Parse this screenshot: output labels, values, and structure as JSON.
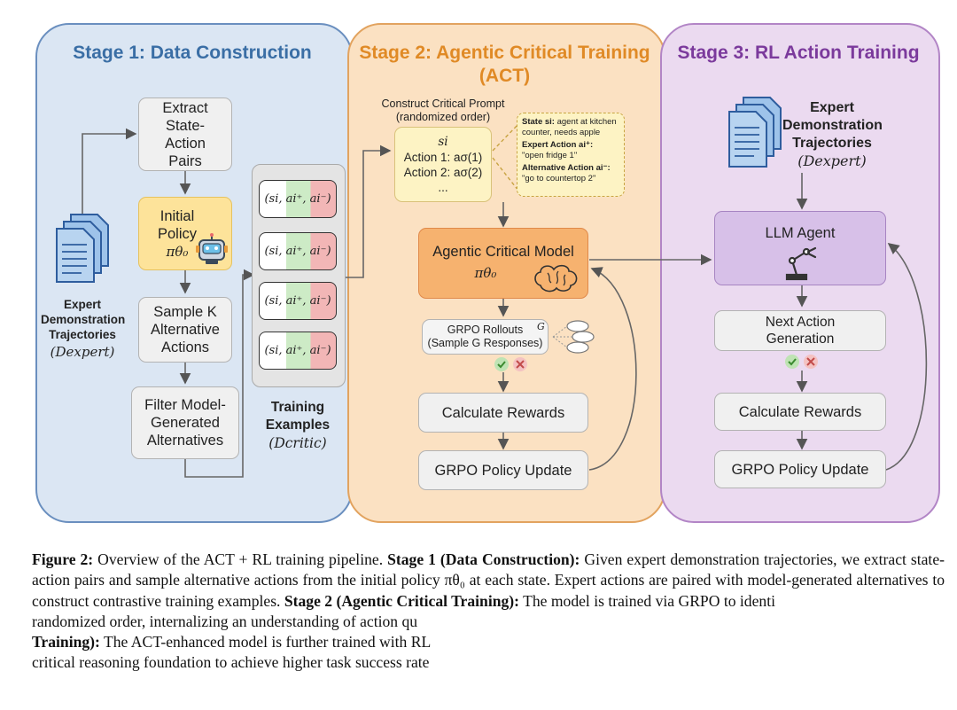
{
  "stage1": {
    "title": "Stage 1: Data Construction",
    "extract": [
      "Extract",
      "State-",
      "Action",
      "Pairs"
    ],
    "initial_policy": [
      "Initial",
      "Policy"
    ],
    "initial_policy_symbol": "πθ₀",
    "sample": [
      "Sample K",
      "Alternative",
      "Actions"
    ],
    "filter": [
      "Filter Model-",
      "Generated",
      "Alternatives"
    ],
    "expert_label": [
      "Expert",
      "Demonstration",
      "Trajectories"
    ],
    "expert_symbol": "(Dexpert)",
    "training_label": [
      "Training",
      "Examples"
    ],
    "training_symbol": "(Dcritic)",
    "pair_text": "(si, ai⁺, ai⁻)"
  },
  "stage2": {
    "title": [
      "Stage 2: Agentic Critical Training",
      "(ACT)"
    ],
    "prompt_header": [
      "Construct Critical Prompt",
      "(randomized order)"
    ],
    "prompt_lines": [
      "si",
      "Action 1: aσ(1)",
      "Action 2: aσ(2)",
      "..."
    ],
    "callout": {
      "state_label": "State si:",
      "state_text": " agent at kitchen counter, needs apple",
      "expert_label": "Expert Action ai⁺:",
      "expert_text": "\"open fridge 1\"",
      "alt_label": "Alternative Action ai⁻:",
      "alt_text": "\"go to countertop 2\""
    },
    "model": "Agentic Critical Model",
    "model_symbol": "πθ₀",
    "rollouts": [
      "GRPO Rollouts",
      "(Sample G Responses)"
    ],
    "rollouts_g": "G",
    "rewards": "Calculate Rewards",
    "update": "GRPO Policy Update"
  },
  "stage3": {
    "title": "Stage 3: RL Action Training",
    "expert_label": [
      "Expert",
      "Demonstration",
      "Trajectories"
    ],
    "expert_symbol": "(Dexpert)",
    "agent": "LLM Agent",
    "next_action": [
      "Next Action",
      "Generation"
    ],
    "rewards": "Calculate Rewards",
    "update": "GRPO Policy Update"
  },
  "caption": {
    "lead": "Figure 2:",
    "t1": " Overview of the ACT + RL training pipeline. ",
    "s1": "Stage 1 (Data Construction):",
    "t2": " Given expert demonstration trajectories, we extract state-action pairs and sample alternative actions from the initial policy πθ₀ at each state. Expert actions are paired with model-generated alternatives to construct contrastive training examples. ",
    "s2": "Stage 2 (Agentic Critical Training):",
    "t3": " The model is trained via GRPO to identi",
    "t4": "randomized order, internalizing an understanding of action qu",
    "s3": "Training):",
    "t5": " The ACT-enhanced model is further trained with RL",
    "t6": "critical reasoning foundation to achieve higher task success rate"
  },
  "colors": {
    "stage1": "#3a6ea5",
    "stage2": "#e08a26",
    "stage3": "#7b3a9c"
  }
}
